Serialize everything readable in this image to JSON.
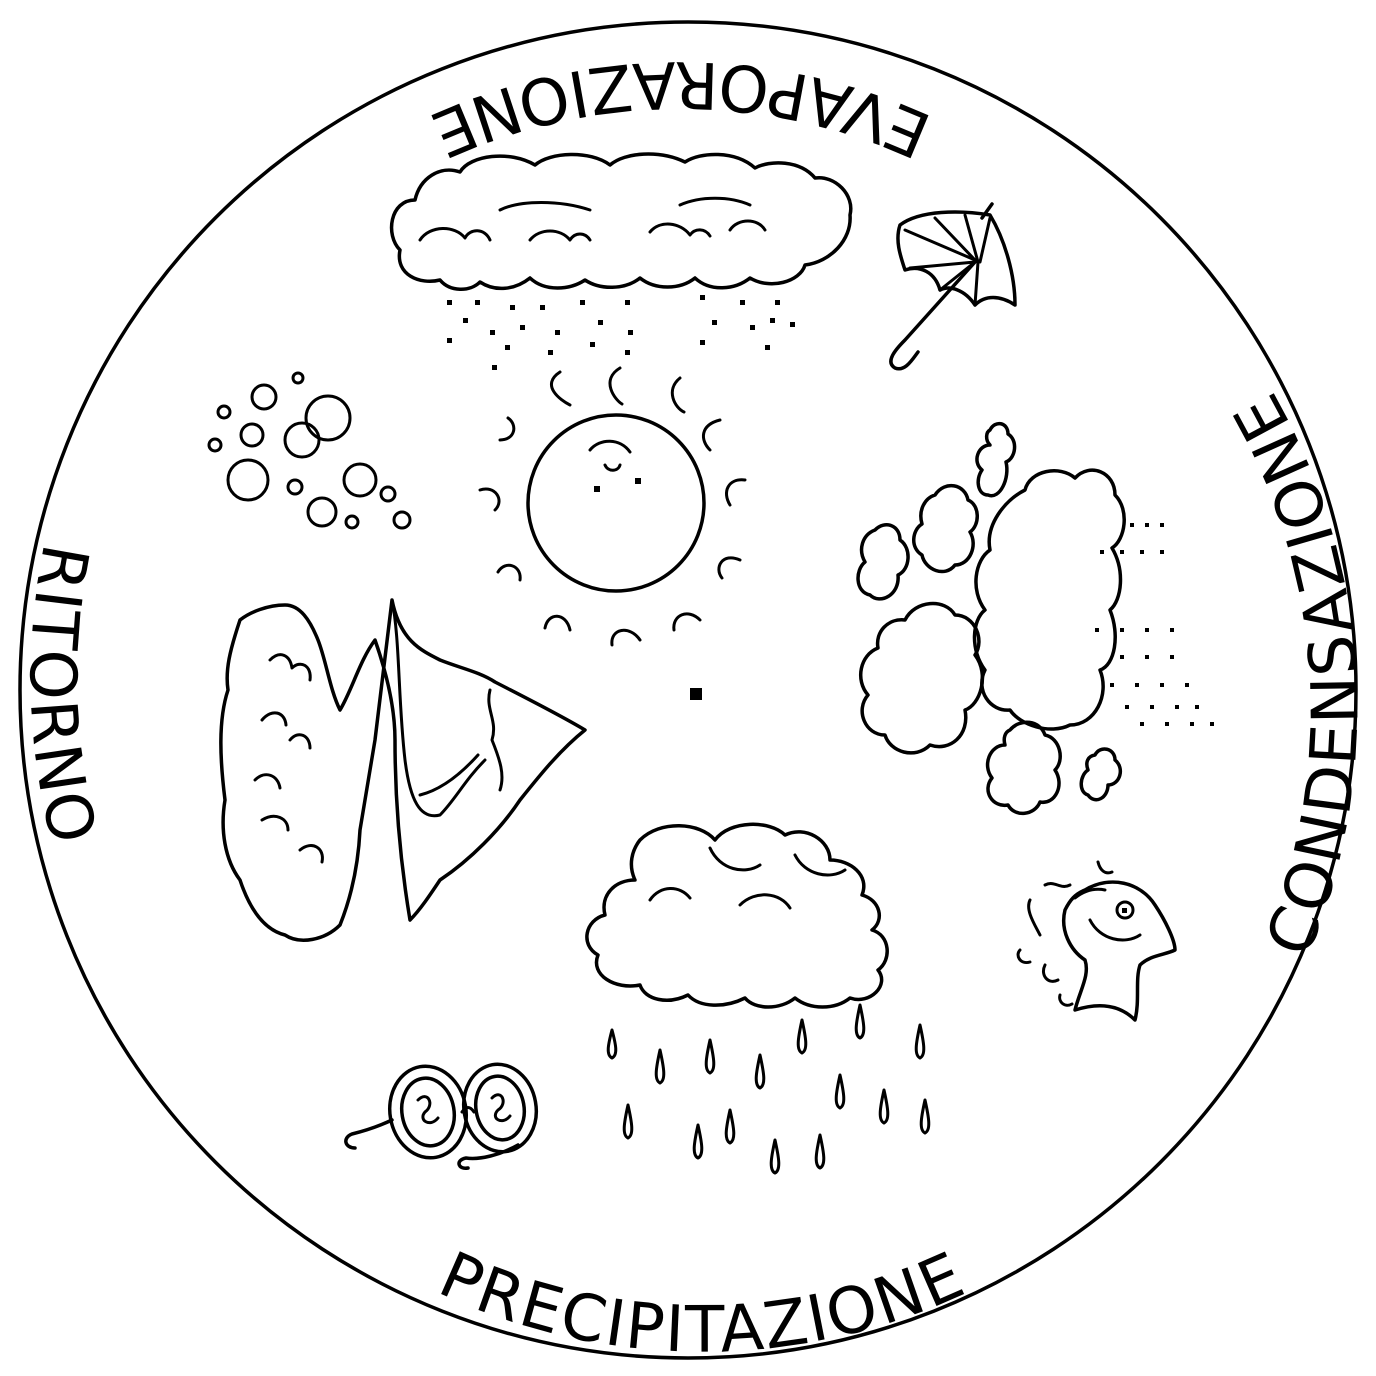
{
  "labels": {
    "evaporation": "EVAPORAZIONE",
    "condensation": "CONDENSAZIONE",
    "precipitation": "PRECIPITAZIONE",
    "return": "RITORNO"
  },
  "illustrations": [
    "rain-cloud-icon",
    "umbrella-icon",
    "sun-icon",
    "bubbles-icon",
    "mountain-icon",
    "clouds-group-icon",
    "fish-icon",
    "sunglasses-icon",
    "storm-cloud-icon"
  ],
  "colors": {
    "ink": "#000000",
    "paper": "#ffffff"
  }
}
